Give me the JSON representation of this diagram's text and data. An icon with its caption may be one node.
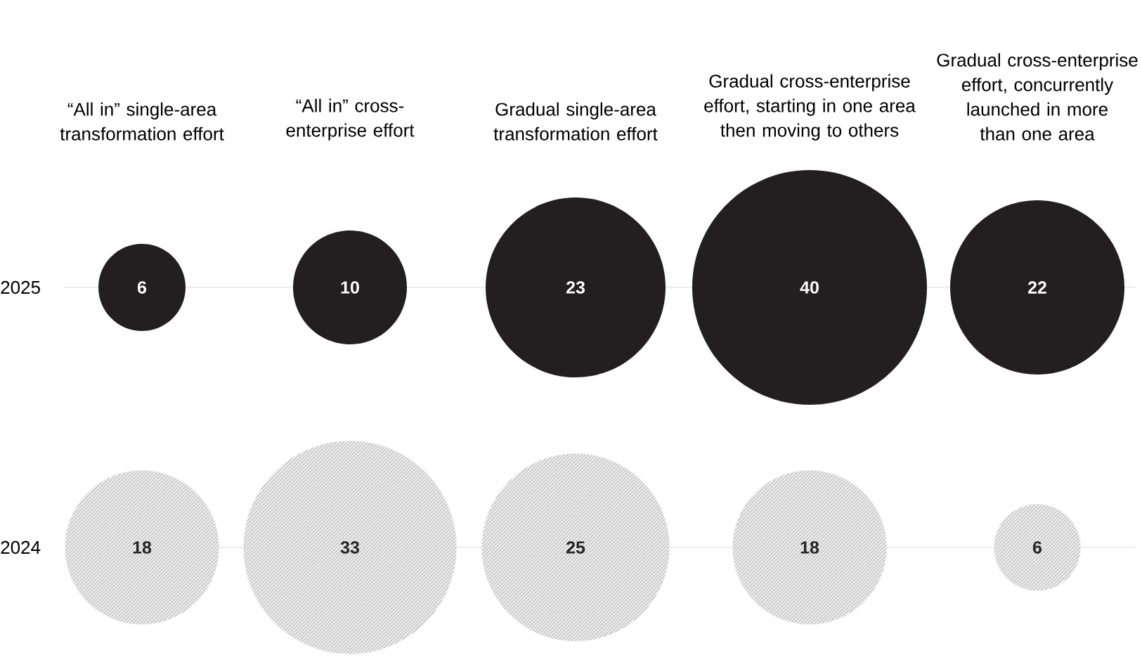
{
  "diagram": {
    "nodes": [
      {
        "text": [
          "6"
        ]
      },
      {
        "text": [
          "10"
        ]
      },
      {
        "text": [
          "23"
        ]
      },
      {
        "text": [
          "40"
        ]
      },
      {
        "text": [
          "22"
        ]
      },
      {
        "text": [
          "18"
        ]
      },
      {
        "text": [
          "33"
        ]
      },
      {
        "text": [
          "25"
        ]
      },
      {
        "text": [
          "18"
        ]
      },
      {
        "text": [
          "6"
        ]
      }
    ],
    "labels": [
      "“All in” single-area transformation effort",
      "“All in” cross-enterprise effort",
      "Gradual single-area transformation effort",
      "Gradual cross-enterprise effort, starting in one area then moving to others",
      "Gradual cross-enterprise effort, concurrently launched in more than one area",
      "2025",
      "2024"
    ]
  }
}
